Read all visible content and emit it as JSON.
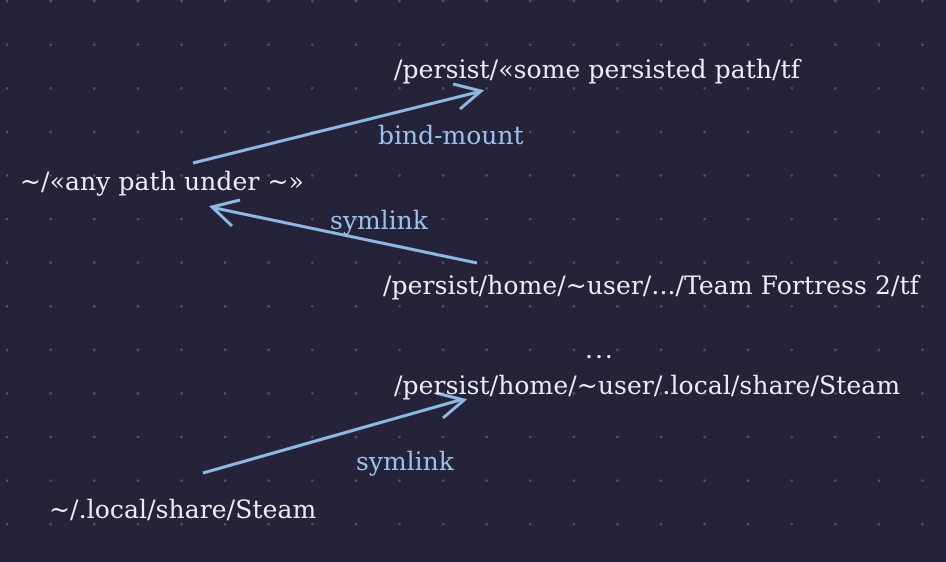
{
  "diagram": {
    "background_color": "#25233a",
    "dot_color": "#c8c4d7",
    "text_color": "#eceaf2",
    "accent_color": "#8fb8e3",
    "nodes": [
      {
        "id": "persist-some-path",
        "label": "/persist/«some persisted path/tf"
      },
      {
        "id": "home-any-path",
        "label": "~/«any path under ~»"
      },
      {
        "id": "persist-team-fortress",
        "label": "/persist/home/~user/.../Team Fortress 2/tf"
      },
      {
        "id": "ellipsis",
        "label": "..."
      },
      {
        "id": "persist-steam",
        "label": "/persist/home/~user/.local/share/Steam"
      },
      {
        "id": "home-steam",
        "label": "~/.local/share/Steam"
      }
    ],
    "edges": [
      {
        "id": "bind-mount-edge",
        "label": "bind-mount",
        "from": "home-any-path",
        "to": "persist-some-path"
      },
      {
        "id": "symlink-edge-tf",
        "label": "symlink",
        "from": "persist-team-fortress",
        "to": "home-any-path"
      },
      {
        "id": "symlink-edge-steam",
        "label": "symlink",
        "from": "home-steam",
        "to": "persist-steam"
      }
    ]
  }
}
